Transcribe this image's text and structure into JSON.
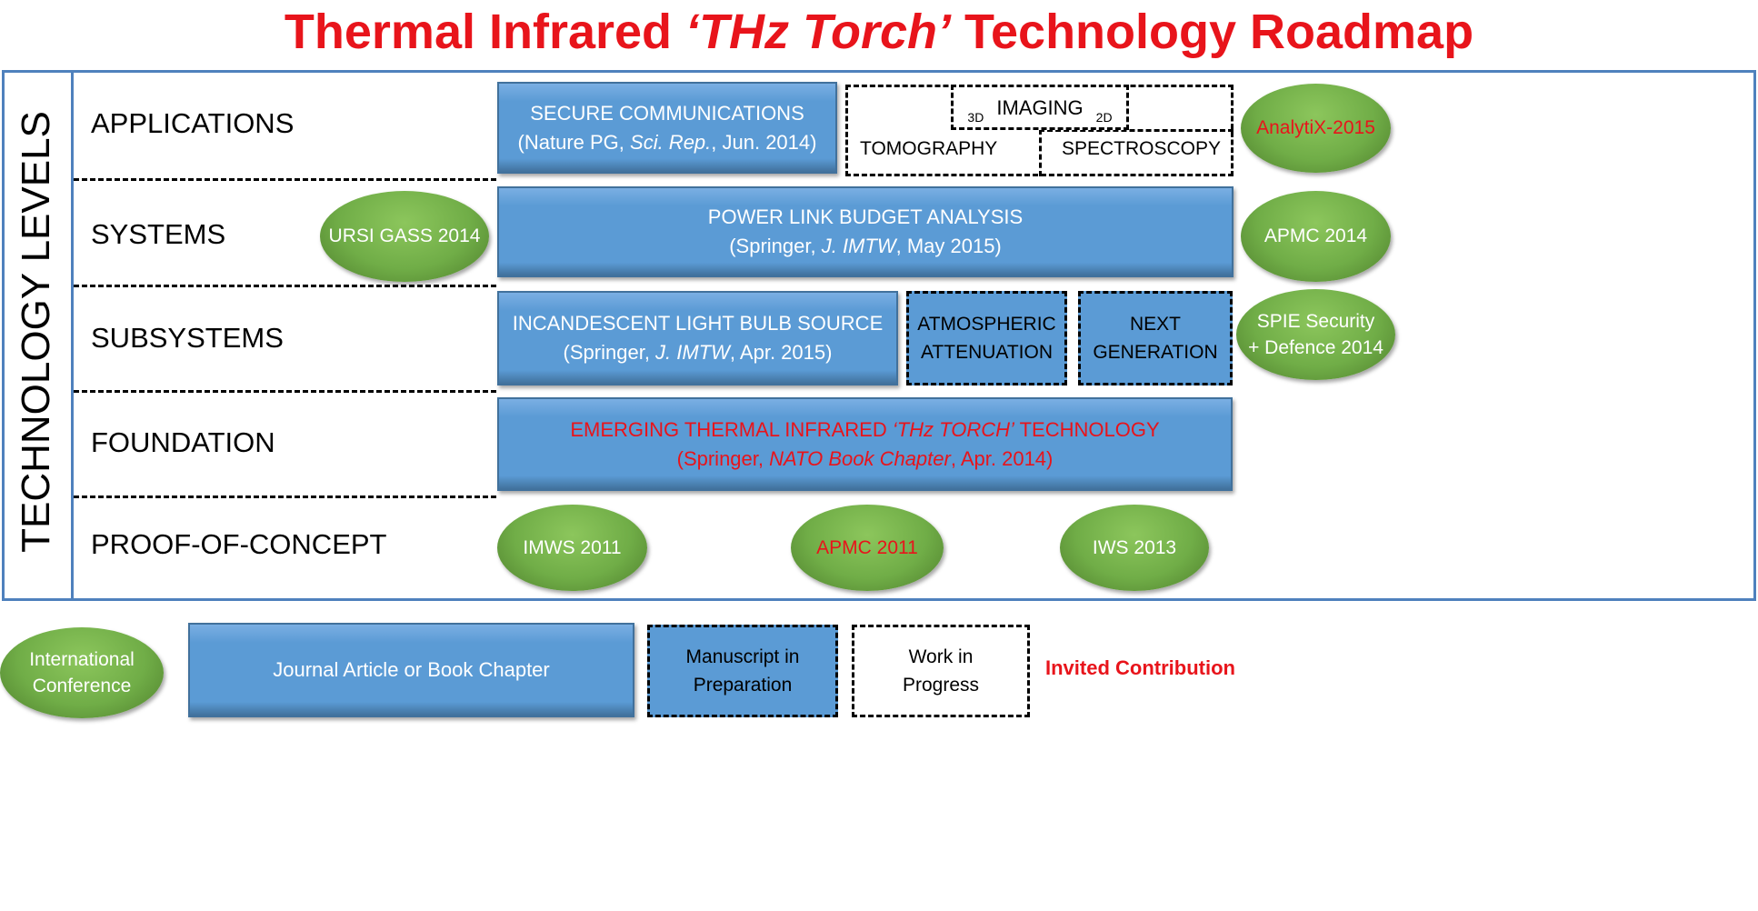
{
  "title": {
    "pre": "Thermal Infrared ",
    "italic": "‘THz Torch’",
    "post": " Technology Roadmap"
  },
  "axis_label": "TECHNOLOGY LEVELS",
  "levels": [
    "APPLICATIONS",
    "SYSTEMS",
    "SUBSYSTEMS",
    "FOUNDATION",
    "PROOF-OF-CONCEPT"
  ],
  "applications": {
    "secure": {
      "l1": "SECURE COMMUNICATIONS",
      "l2_pre": "(Nature PG, ",
      "l2_it": "Sci. Rep.",
      "l2_post": ", Jun. 2014)"
    },
    "imaging": "IMAGING",
    "imaging_3d": "3D",
    "imaging_2d": "2D",
    "tomography": "TOMOGRAPHY",
    "spectroscopy": "SPECTROSCOPY",
    "conf": "AnalytiX-2015"
  },
  "systems": {
    "conf_left": "URSI GASS 2014",
    "l1": "POWER LINK BUDGET ANALYSIS",
    "l2_pre": "(Springer, ",
    "l2_it": "J. IMTW",
    "l2_post": ", May 2015)",
    "conf_right": "APMC 2014"
  },
  "subsystems": {
    "l1": "INCANDESCENT LIGHT BULB SOURCE",
    "l2_pre": "(Springer, ",
    "l2_it": "J. IMTW",
    "l2_post": ", Apr. 2015)",
    "atm1": "ATMOSPHERIC",
    "atm2": "ATTENUATION",
    "next1": "NEXT",
    "next2": "GENERATION",
    "conf1": "SPIE Security",
    "conf2": "+ Defence 2014"
  },
  "foundation": {
    "l1_pre": "EMERGING THERMAL INFRARED ",
    "l1_it": "‘THz TORCH’",
    "l1_post": " TECHNOLOGY",
    "l2_pre": "(Springer, ",
    "l2_it": "NATO Book Chapter",
    "l2_post": ", Apr. 2014)"
  },
  "proof": {
    "c1": "IMWS 2011",
    "c2": "APMC 2011",
    "c3": "IWS 2013"
  },
  "legend": {
    "conf1": "International",
    "conf2": "Conference",
    "journal": "Journal Article or Book Chapter",
    "ms1": "Manuscript in",
    "ms2": "Preparation",
    "wip1": "Work in",
    "wip2": "Progress",
    "invited": "Invited Contribution"
  }
}
